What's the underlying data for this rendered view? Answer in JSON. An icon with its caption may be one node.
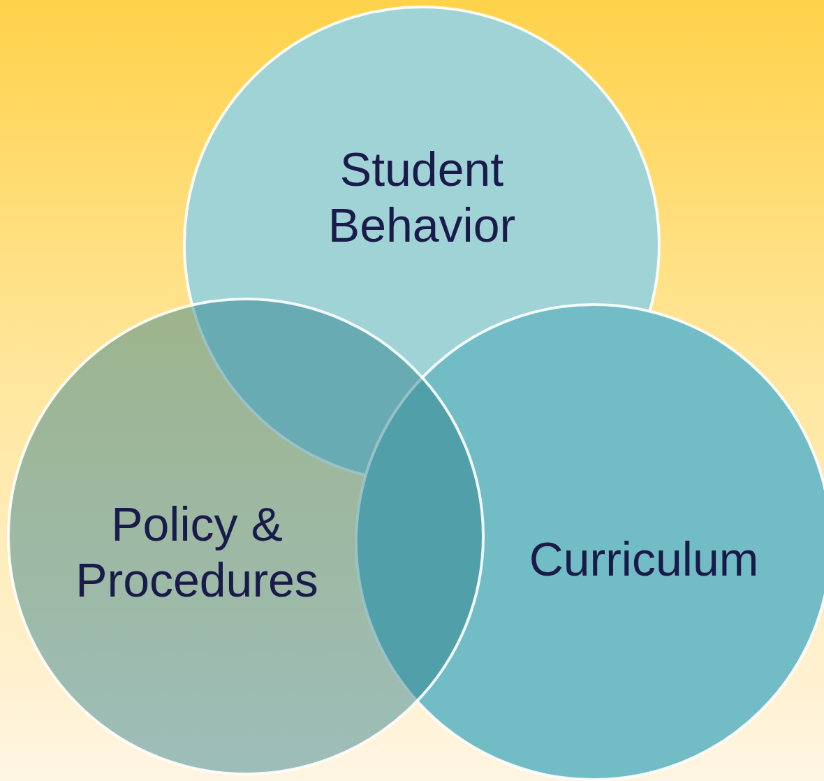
{
  "diagram": {
    "nodes": [
      {
        "text": [
          "Student Behavior"
        ]
      },
      {
        "text": [
          "Policy & Procedures"
        ]
      },
      {
        "text": [
          "Curriculum"
        ]
      }
    ]
  }
}
